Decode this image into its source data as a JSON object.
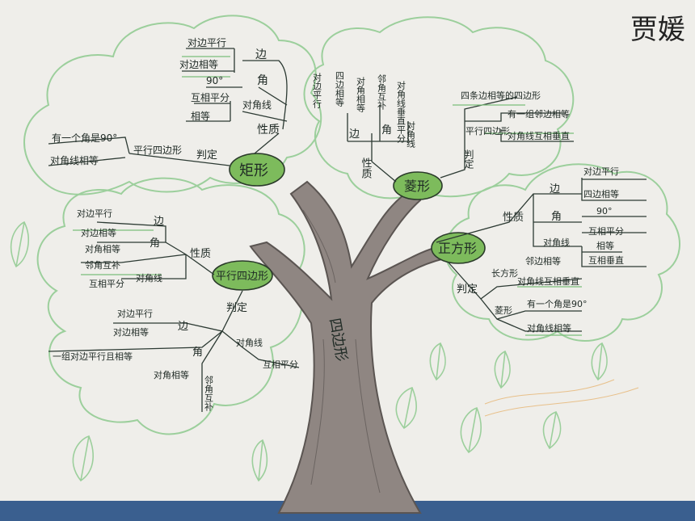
{
  "signature": "贾媛",
  "trunk_label": "四边形",
  "rectangle": {
    "name": "矩形",
    "texts": [
      "对边平行",
      "对边相等",
      "边",
      "90°",
      "角",
      "互相平分",
      "相等",
      "对角线",
      "性质",
      "有一个角是90°",
      "对角线相等",
      "平行四边形",
      "判定"
    ]
  },
  "rhombus": {
    "name": "菱形",
    "texts": [
      "对边平行",
      "四边相等",
      "对角相等",
      "邻角互补",
      "对角线垂直平分",
      "边",
      "角",
      "对角线",
      "性质",
      "四条边相等的四边形",
      "有一组邻边相等",
      "平行四边形",
      "对角线互相垂直",
      "判定"
    ]
  },
  "parallelogram": {
    "name": "平行四边形",
    "texts": [
      "对边平行",
      "对边相等",
      "对角相等",
      "邻角互补",
      "互相平分",
      "边",
      "角",
      "对角线",
      "性质",
      "对边平行",
      "对边相等",
      "一组对边平行且相等",
      "边",
      "角",
      "对角相等",
      "邻角互补",
      "对角线",
      "互相平分",
      "判定"
    ]
  },
  "square": {
    "name": "正方形",
    "texts": [
      "对边平行",
      "四边相等",
      "边",
      "90°",
      "角",
      "互相平分",
      "相等",
      "互相垂直",
      "对角线",
      "性质",
      "长方形",
      "邻边相等",
      "对角线互相垂直",
      "菱形",
      "有一个角是90°",
      "对角线相等",
      "判定"
    ]
  }
}
